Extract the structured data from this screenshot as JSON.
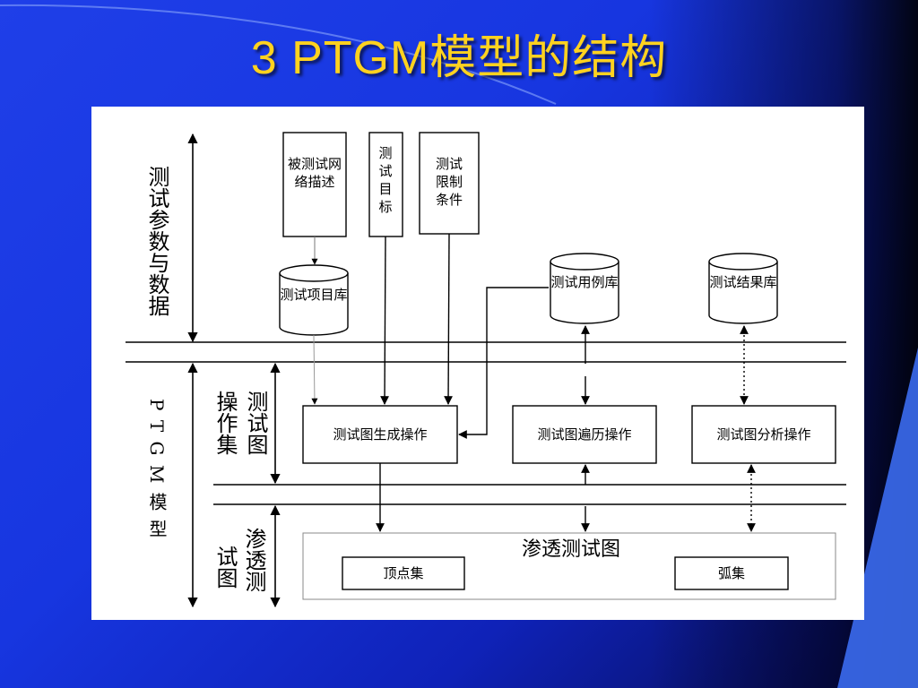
{
  "title": "3 PTGM模型的结构",
  "side_labels": {
    "params": "测试参数与数据",
    "ptgm": "P T G M 模 型",
    "opset_line1": "测试图",
    "opset_line2": "操作集",
    "ptg_line1": "渗透测",
    "ptg_line2": "试图"
  },
  "inputs": {
    "network_desc": "被测试网络描述",
    "target": "测试目标",
    "constraints": "测试限制条件"
  },
  "databases": {
    "project_lib": "测试项目库",
    "case_lib": "测试用例库",
    "result_lib": "测试结果库"
  },
  "operations": {
    "generate": "测试图生成操作",
    "traverse": "测试图遍历操作",
    "analyze": "测试图分析操作"
  },
  "ptg": {
    "title": "渗透测试图",
    "vertex_set": "顶点集",
    "arc_set": "弧集"
  },
  "colors": {
    "title": "#ffd21f",
    "background": "#1736e0",
    "panel": "#ffffff"
  }
}
